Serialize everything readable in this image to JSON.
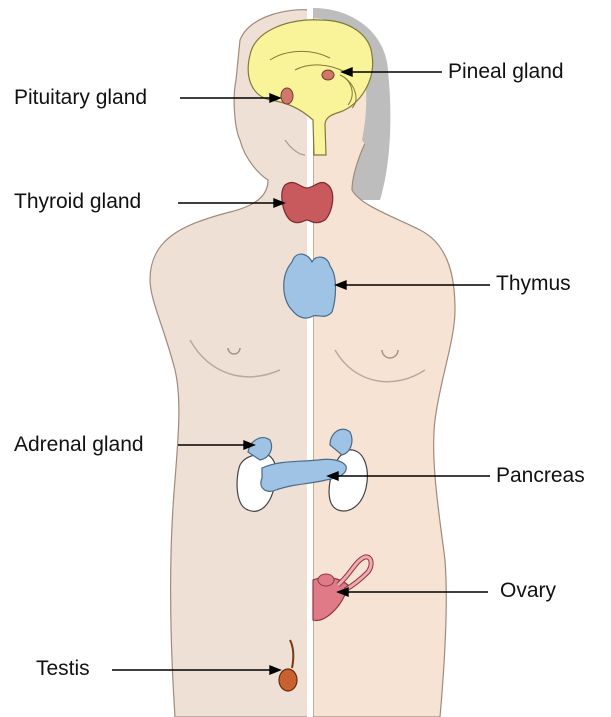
{
  "labels": {
    "pineal": "Pineal gland",
    "pituitary": "Pituitary gland",
    "thyroid": "Thyroid gland",
    "thymus": "Thymus",
    "adrenal": "Adrenal gland",
    "pancreas": "Pancreas",
    "ovary": "Ovary",
    "testis": "Testis"
  },
  "colors": {
    "skin_left": "#efe0d6",
    "skin_right": "#f7e3d3",
    "hair": "#bdbdbd",
    "brain": "#f9f39a",
    "thyroid": "#c85a5d",
    "thymus_pancreas": "#9fc3e4",
    "kidney": "#ffffff",
    "pituitary": "#d0796a",
    "testis": "#c8612f",
    "ovary": "#e07a86"
  }
}
